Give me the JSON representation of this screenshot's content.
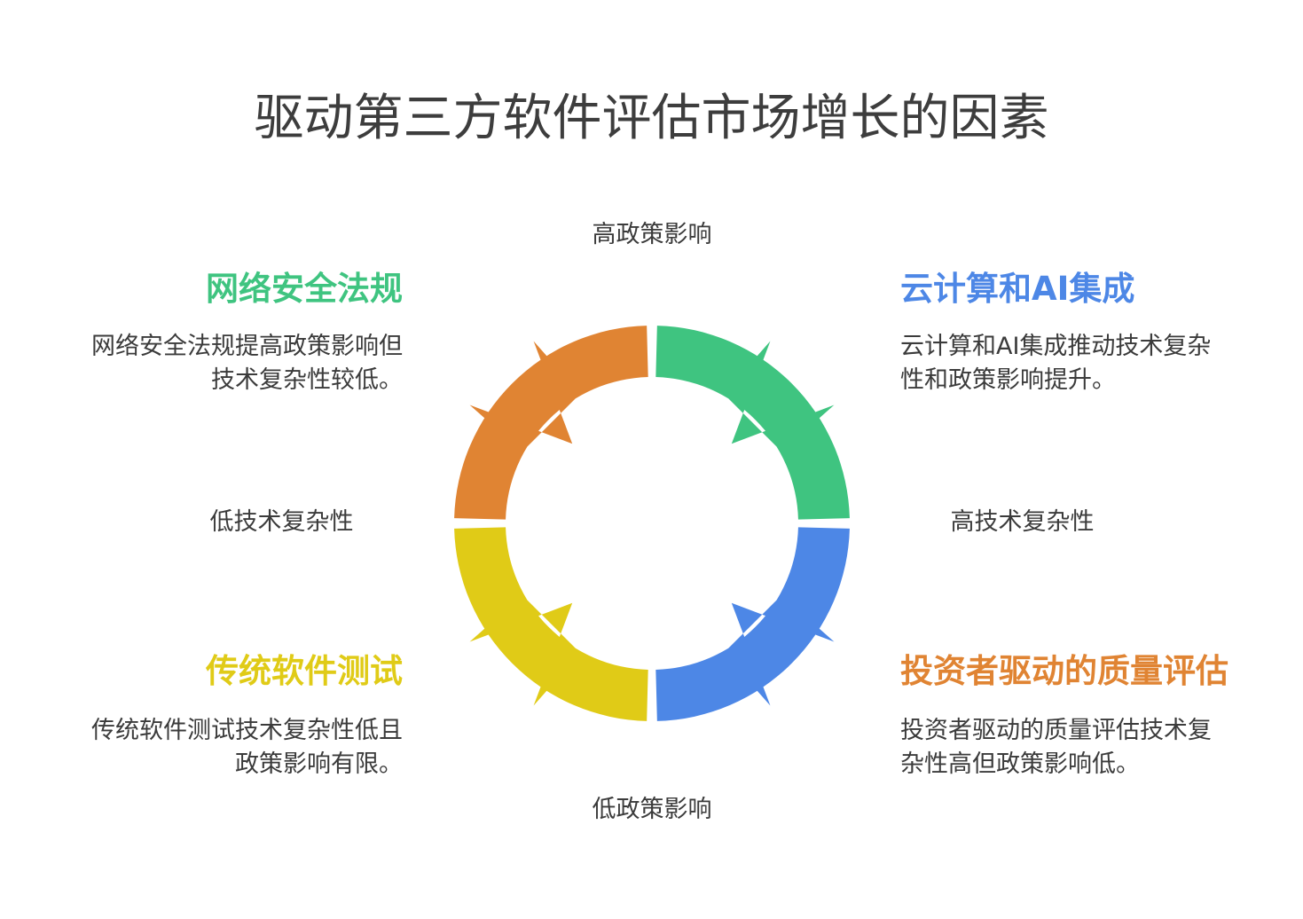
{
  "title": "驱动第三方软件评估市场增长的因素",
  "axes": {
    "top": "高政策影响",
    "bottom": "低政策影响",
    "left": "低技术复杂性",
    "right": "高技术复杂性"
  },
  "quadrants": {
    "top_left": {
      "title": "网络安全法规",
      "desc_lines": [
        "网络安全法规提高政策影响但",
        "技术复杂性较低。"
      ],
      "color": "#e08433"
    },
    "top_right": {
      "title": "云计算和AI集成",
      "desc_lines": [
        "云计算和AI集成推动技术复杂",
        "性和政策影响提升。"
      ],
      "color": "#3fc480"
    },
    "bottom_left": {
      "title": "传统软件测试",
      "desc_lines": [
        "传统软件测试技术复杂性低且",
        "政策影响有限。"
      ],
      "color": "#e0cb17"
    },
    "bottom_right": {
      "title": "投资者驱动的质量评估",
      "desc_lines": [
        "投资者驱动的质量评估技术复",
        "杂性高但政策影响低。"
      ],
      "color": "#4d87e6"
    }
  },
  "heading_colors": {
    "top_left": "#3fc480",
    "top_right": "#4d87e6",
    "bottom_left": "#e0cb17",
    "bottom_right": "#e08433"
  }
}
